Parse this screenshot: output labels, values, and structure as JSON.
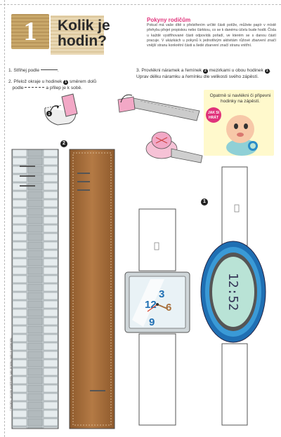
{
  "header": {
    "number": "1",
    "title_line1": "Kolik je",
    "title_line2": "hodin?"
  },
  "parents": {
    "title": "Pokyny rodičům",
    "text": "Pokud má vaše dítě s přelstřením určité části potíže, můžete papír v místě přehybu přejet propiskou nebo čárkkou, co se k danému účelu bude hodit. Čísla u každé vystřihované části odpovídá pořadí, ve kterém se s danou částí pracuje. V ukázkách u pokynů k jednotlivým aktivitám růžové zbarvení značí vnější stranu konkrétní části a šedé zbarvení značí stranu vnitřní."
  },
  "steps": {
    "s1": "1. Střihej podle",
    "s2_a": "2. Přelož okraje u hodinek",
    "s2_b": "směrem dolů",
    "s2_c": "podle",
    "s2_d": "a přilep je k sobě.",
    "s3_a": "3. Provlékni náramek a řemínek",
    "s3_b": "mezirkami u obou hodinek",
    "s3_c": ". Uprav délku náramku a řemínku dle velikosti svého zápěstí."
  },
  "markers": {
    "one": "1",
    "two": "2"
  },
  "tip": {
    "text": "Opatrně si navlékni či připevni hodinky na zápěstí.",
    "sticker": "JAK SI HRÁT"
  },
  "digital_clock": {
    "display": "12:52"
  },
  "analog_clock": {
    "n12": "12",
    "n3": "3",
    "n6": "6",
    "n9": "9"
  },
  "side_note": "* Rodiče, prosím vystřihněte tuto stránku nebo ji vytiskněte.",
  "colors": {
    "accent_pink": "#e0337b",
    "brown_strap": "#a8703c",
    "steel": "#b7bfc2",
    "blue_watch": "#2a8dc8",
    "lcd_green": "#b9e3d6",
    "tip_bg": "#fff9cc"
  }
}
